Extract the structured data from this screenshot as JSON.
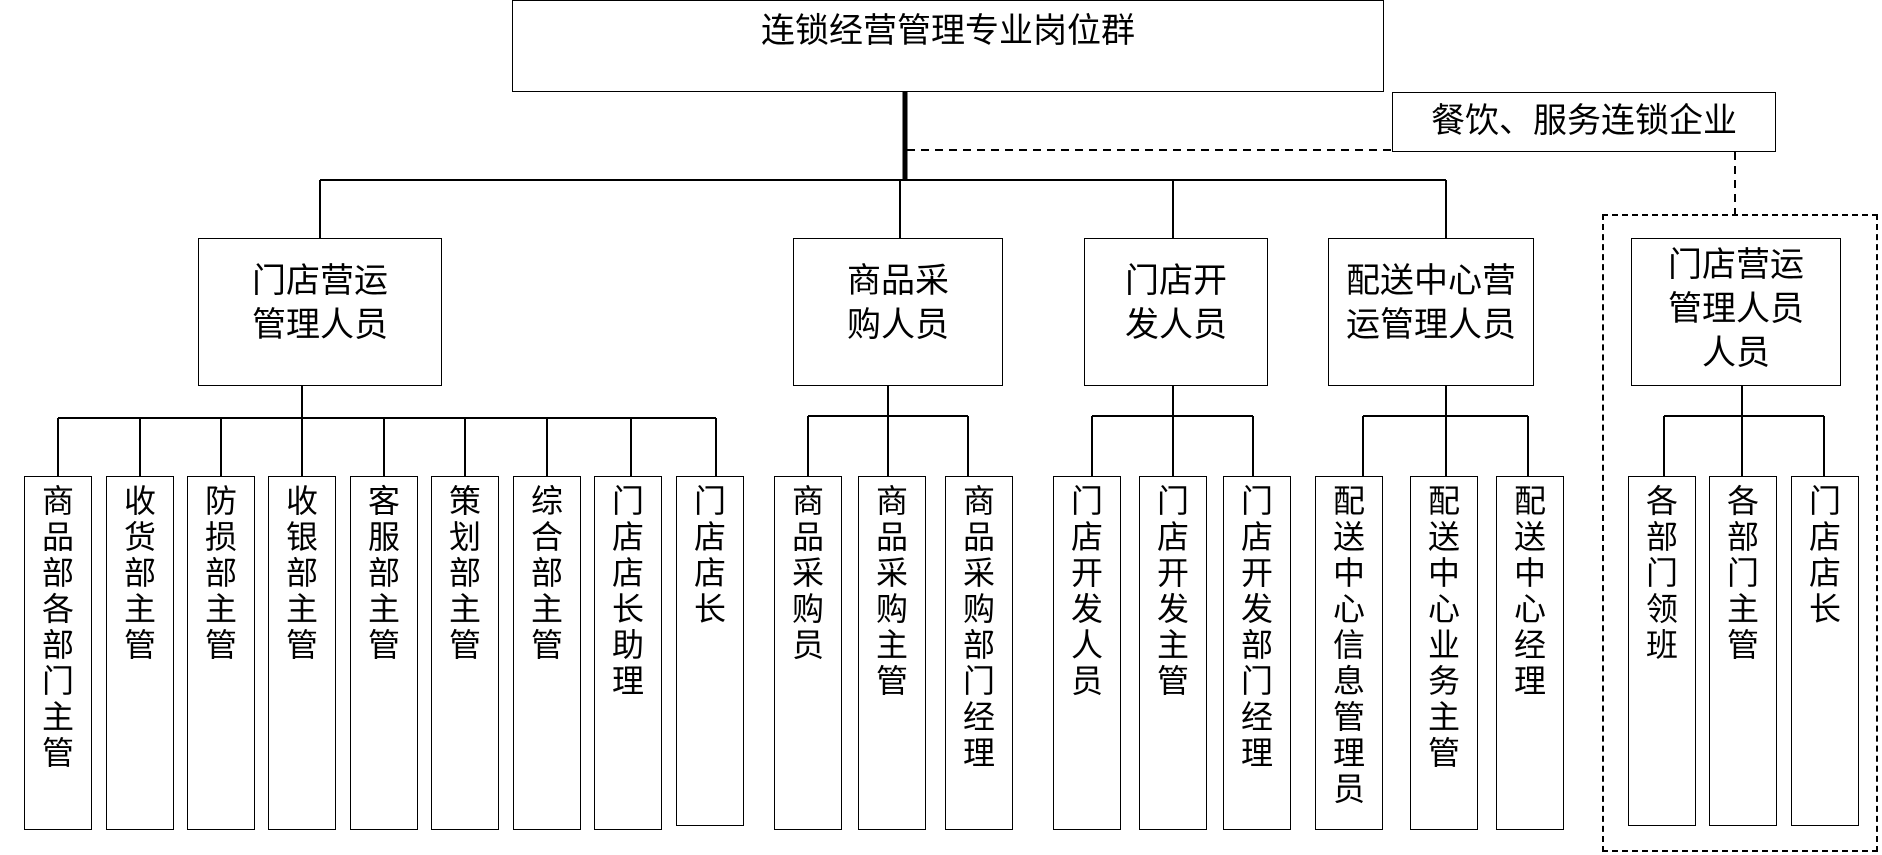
{
  "title": "连锁经营管理专业岗位群",
  "side_label": "餐饮、服务连锁企业",
  "categories": [
    {
      "label": "门店营运\n管理人员",
      "roles": [
        "商品部各部门主管",
        "收货部主管",
        "防损部主管",
        "收银部主管",
        "客服部主管",
        "策划部主管",
        "综合部主管",
        "门店店长助理",
        "门店店长"
      ]
    },
    {
      "label": "商品采\n购人员",
      "roles": [
        "商品采购员",
        "商品采购主管",
        "商品采购部门经理"
      ]
    },
    {
      "label": "门店开\n发人员",
      "roles": [
        "门店开发人员",
        "门店开发主管",
        "门店开发部门经理"
      ]
    },
    {
      "label": "配送中心营\n运管理人员",
      "roles": [
        "配送中心信息管理员",
        "配送中心业务主管",
        "配送中心经理"
      ]
    },
    {
      "label": "门店营运\n管理人员\n人员",
      "roles": [
        "各部门领班",
        "各部门主管",
        "门店店长"
      ]
    }
  ]
}
